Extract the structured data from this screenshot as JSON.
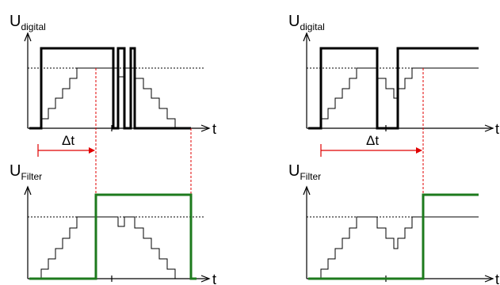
{
  "labels": {
    "u_digital_main": "U",
    "u_digital_sub": "digital",
    "u_filter_main": "U",
    "u_filter_sub": "Filter",
    "time_axis": "t",
    "delta_t": "Δt"
  },
  "colors": {
    "digital_signal": "#000000",
    "filter_output": "#1d7a1d",
    "delay_marker": "#e00000",
    "threshold": "#000000"
  },
  "icons": {
    "axis_arrow": "arrow-icon",
    "delay_arrow": "right-arrow-icon"
  }
}
